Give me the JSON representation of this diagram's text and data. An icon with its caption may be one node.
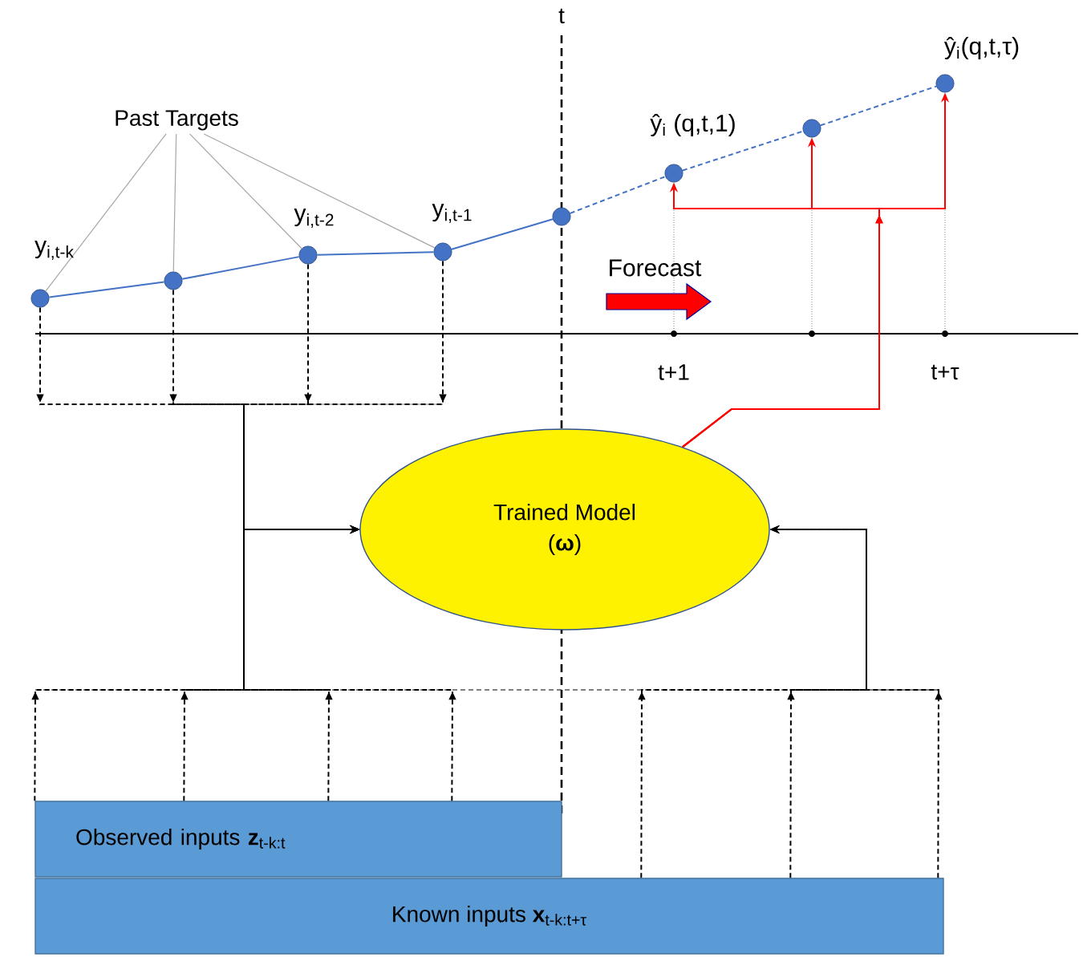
{
  "diagram": {
    "nodes": [
      {
        "text": [
          "Past Targets"
        ]
      },
      {
        "text": [],
        "shape": "circle",
        "beside": [
          "y$_{i,t-k}$"
        ]
      },
      {
        "text": [],
        "shape": "circle"
      },
      {
        "text": [],
        "shape": "circle",
        "beside": [
          "y$_{i,t-2}$"
        ]
      },
      {
        "text": [],
        "shape": "circle",
        "beside": [
          "y$_{i,t-1}$"
        ]
      },
      {
        "text": [],
        "shape": "circle"
      },
      {
        "text": [],
        "shape": "circle",
        "beside": [
          "ŷ$_{i}$ (q,t,1)"
        ]
      },
      {
        "text": [],
        "shape": "circle"
      },
      {
        "text": [],
        "shape": "circle",
        "beside": [
          "ŷ$_{i}$(q,t,τ)"
        ]
      },
      {
        "text": [
          "Trained Model",
          "(**ω**)"
        ]
      },
      {
        "text": [
          "Observed inputs **z**$_{t-k:t}$"
        ]
      },
      {
        "text": [
          "Known inputs **x**$_{t-k:t+τ}$"
        ]
      }
    ],
    "edges": [
      {
        "from": 0,
        "to": 1,
        "arrow": "none",
        "color": "#a6a6a6"
      },
      {
        "from": 0,
        "to": 2,
        "arrow": "none",
        "color": "#a6a6a6"
      },
      {
        "from": 0,
        "to": 3,
        "arrow": "none",
        "color": "#a6a6a6"
      },
      {
        "from": 0,
        "to": 4,
        "arrow": "none",
        "color": "#a6a6a6"
      },
      {
        "from": 1,
        "to": 2,
        "arrow": "none",
        "color": "#4472c4"
      },
      {
        "from": 2,
        "to": 3,
        "arrow": "none",
        "color": "#4472c4"
      },
      {
        "from": 3,
        "to": 4,
        "arrow": "none",
        "color": "#4472c4"
      },
      {
        "from": 4,
        "to": 5,
        "arrow": "none",
        "color": "#4472c4"
      },
      {
        "from": 5,
        "to": 6,
        "arrow": "none",
        "style": "dashed",
        "color": "#4472c4"
      },
      {
        "from": 6,
        "to": 7,
        "arrow": "none",
        "style": "dashed",
        "color": "#4472c4"
      },
      {
        "from": 7,
        "to": 8,
        "arrow": "none",
        "style": "dashed",
        "color": "#4472c4"
      },
      {
        "from": 1,
        "to": 9,
        "arrow": "to",
        "style": "dashed",
        "color": "#000000"
      },
      {
        "from": 2,
        "to": 9,
        "arrow": "to",
        "style": "dashed",
        "color": "#000000"
      },
      {
        "from": 3,
        "to": 9,
        "arrow": "to",
        "style": "dashed",
        "color": "#000000"
      },
      {
        "from": 4,
        "to": 9,
        "arrow": "to",
        "style": "dashed",
        "color": "#000000"
      },
      {
        "from": 10,
        "to": 9,
        "arrow": "to",
        "style": "dashed",
        "color": "#000000"
      },
      {
        "from": 10,
        "to": 9,
        "arrow": "to",
        "style": "dashed",
        "color": "#000000"
      },
      {
        "from": 10,
        "to": 9,
        "arrow": "to",
        "style": "dashed",
        "color": "#000000"
      },
      {
        "from": 10,
        "to": 9,
        "arrow": "to",
        "style": "dashed",
        "color": "#000000"
      },
      {
        "from": 11,
        "to": 9,
        "arrow": "to",
        "style": "dashed",
        "color": "#000000"
      },
      {
        "from": 11,
        "to": 9,
        "arrow": "to",
        "style": "dashed",
        "color": "#000000"
      },
      {
        "from": 11,
        "to": 9,
        "arrow": "to",
        "style": "dashed",
        "color": "#000000"
      },
      {
        "from": 9,
        "to": 6,
        "arrow": "to",
        "color": "#ff0000"
      },
      {
        "from": 9,
        "to": 7,
        "arrow": "to",
        "color": "#ff0000"
      },
      {
        "from": 9,
        "to": 8,
        "arrow": "to",
        "color": "#ff0000"
      }
    ],
    "labels": [
      "t",
      "Forecast",
      "t+1",
      "t+τ"
    ]
  }
}
